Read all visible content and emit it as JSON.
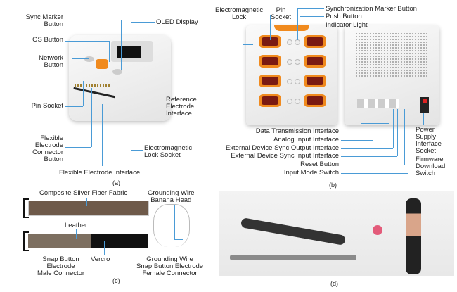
{
  "panel_a": {
    "caption": "(a)",
    "labels": {
      "sync_marker": "Sync Marker\nButton",
      "oled": "OLED Display",
      "os": "OS Button",
      "network": "Network\nButton",
      "pin_socket": "Pin Socket",
      "flex_connector": "Flexible\nElectrode\nConnector\nButton",
      "em_lock": "Electromagnetic\nLock Socket",
      "reference": "Reference\nElectrode\nInterface",
      "flex_interface": "Flexible Electrode Interface"
    }
  },
  "panel_b": {
    "caption": "(b)",
    "labels": {
      "em_lock": "Electromagnetic\nLock",
      "pin_socket": "Pin\nSocket",
      "sync_marker": "Synchronization Marker Button",
      "push": "Push Button",
      "indicator": "Indicator Light",
      "data_tx": "Data Transmission Interface",
      "analog": "Analog Input Interface",
      "ext_out": "External Device Sync Output Interface",
      "ext_in": "External Device Sync Input Interface",
      "reset": "Reset Button",
      "input_mode": "Input Mode Switch",
      "power": "Power\nSupply\nInterface\nSocket",
      "firmware": "Firmware\nDownload\nSwitch"
    }
  },
  "panel_c": {
    "caption": "(c)",
    "labels": {
      "fabric": "Composite Silver Fiber Fabric",
      "leather": "Leather",
      "snap_male": "Snap Button\nElectrode\nMale Connector",
      "vercro": "Vercro",
      "banana": "Grounding Wire\nBanana Head",
      "snap_female": "Grounding Wire\nSnap Button Electrode\nFemale Connector"
    }
  },
  "panel_d": {
    "caption": "(d)"
  },
  "colors": {
    "leader": "#4a9bd6",
    "accent": "#f08a1e"
  }
}
